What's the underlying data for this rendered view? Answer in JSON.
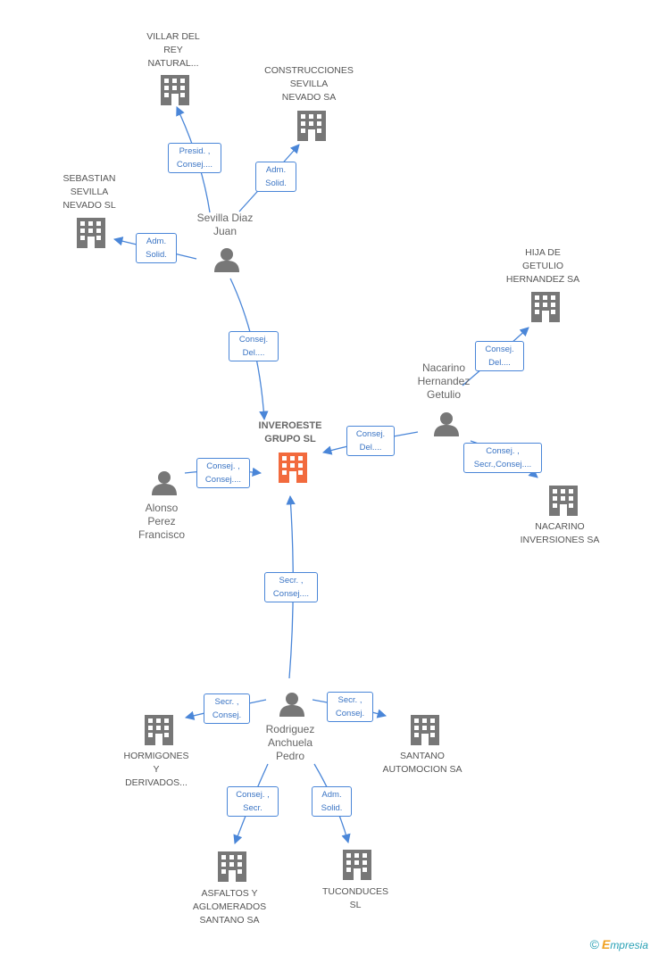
{
  "colors": {
    "edge": "#4a86d8",
    "building": "#777777",
    "center_building": "#f26a3d",
    "person": "#777777"
  },
  "center": {
    "label": "INVEROESTE\nGRUPO SL",
    "icon": "building-icon"
  },
  "companies": {
    "villar": {
      "label": "VILLAR DEL\nREY\nNATURAL...",
      "icon": "building-icon"
    },
    "construcciones": {
      "label": "CONSTRUCCIONES\nSEVILLA\nNEVADO SA",
      "icon": "building-icon"
    },
    "sebastian": {
      "label": "SEBASTIAN\nSEVILLA\nNEVADO SL",
      "icon": "building-icon"
    },
    "hija": {
      "label": "HIJA DE\nGETULIO\nHERNANDEZ SA",
      "icon": "building-icon"
    },
    "nacarino_inv": {
      "label": "NACARINO\nINVERSIONES SA",
      "icon": "building-icon"
    },
    "hormigones": {
      "label": "HORMIGONES\nY\nDERIVADOS...",
      "icon": "building-icon"
    },
    "santano_auto": {
      "label": "SANTANO\nAUTOMOCION SA",
      "icon": "building-icon"
    },
    "asfaltos": {
      "label": "ASFALTOS Y\nAGLOMERADOS\nSANTANO SA",
      "icon": "building-icon"
    },
    "tuconduces": {
      "label": "TUCONDUCES\nSL",
      "icon": "building-icon"
    }
  },
  "persons": {
    "sevilla": {
      "label": "Sevilla Diaz\nJuan",
      "icon": "person-icon"
    },
    "nacarino": {
      "label": "Nacarino\nHernandez\nGetulio",
      "icon": "person-icon"
    },
    "alonso": {
      "label": "Alonso\nPerez\nFrancisco",
      "icon": "person-icon"
    },
    "rodriguez": {
      "label": "Rodriguez\nAnchuela\nPedro",
      "icon": "person-icon"
    }
  },
  "edges": {
    "sevilla_villar": "Presid. ,\nConsej....",
    "sevilla_construcciones": "Adm.\nSolid.",
    "sevilla_sebastian": "Adm.\nSolid.",
    "sevilla_center": "Consej.\nDel....",
    "nacarino_hija": "Consej.\nDel....",
    "nacarino_center": "Consej.\nDel....",
    "nacarino_inv": "Consej. ,\nSecr.,Consej....",
    "alonso_center": "Consej. ,\nConsej....",
    "rodriguez_center": "Secr. ,\nConsej....",
    "rodriguez_hormigones": "Secr. ,\nConsej.",
    "rodriguez_santano": "Secr. ,\nConsej.",
    "rodriguez_asfaltos": "Consej. ,\nSecr.",
    "rodriguez_tuconduces": "Adm.\nSolid."
  },
  "footer": {
    "copyright": "©",
    "brand_initial": "E",
    "brand_rest": "mpresia"
  }
}
